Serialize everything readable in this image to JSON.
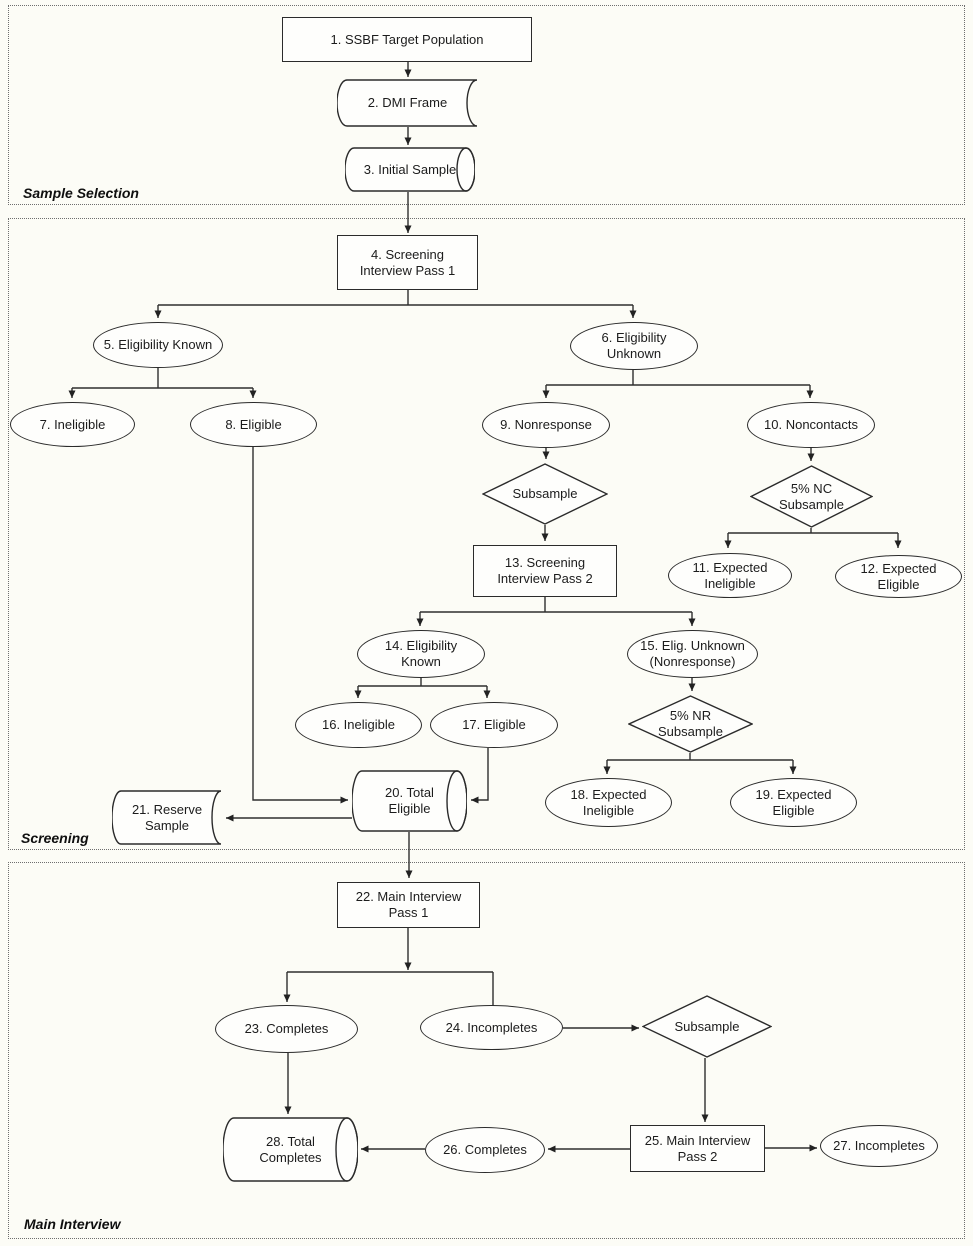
{
  "sections": {
    "sample_selection": "Sample Selection",
    "screening": "Screening",
    "main_interview": "Main Interview"
  },
  "nodes": {
    "n1": "1. SSBF Target Population",
    "n2": "2. DMI Frame",
    "n3": "3. Initial Sample",
    "n4": "4. Screening Interview Pass 1",
    "n5": "5. Eligibility Known",
    "n6": "6. Eligibility Unknown",
    "n7": "7. Ineligible",
    "n8": "8. Eligible",
    "n9": "9. Nonresponse",
    "n10": "10. Noncontacts",
    "d_subsample_screen": "Subsample",
    "d_nc_subsample": "5% NC Subsample",
    "n11": "11. Expected Ineligible",
    "n12": "12. Expected Eligible",
    "n13": "13. Screening Interview Pass 2",
    "n14": "14. Eligibility Known",
    "n15": "15. Elig. Unknown (Nonresponse)",
    "n16": "16. Ineligible",
    "n17": "17. Eligible",
    "d_nr_subsample": "5% NR Subsample",
    "n18": "18. Expected Ineligible",
    "n19": "19. Expected Eligible",
    "n20": "20. Total Eligible",
    "n21": "21. Reserve Sample",
    "n22": "22. Main Interview Pass 1",
    "n23": "23. Completes",
    "n24": "24. Incompletes",
    "d_subsample_main": "Subsample",
    "n25": "25. Main Interview Pass 2",
    "n26": "26. Completes",
    "n27": "27. Incompletes",
    "n28": "28. Total Completes"
  },
  "edges": [
    {
      "from": "n1",
      "to": "n2"
    },
    {
      "from": "n2",
      "to": "n3"
    },
    {
      "from": "n3",
      "to": "n4"
    },
    {
      "from": "n4",
      "to": "n5"
    },
    {
      "from": "n4",
      "to": "n6"
    },
    {
      "from": "n5",
      "to": "n7"
    },
    {
      "from": "n5",
      "to": "n8"
    },
    {
      "from": "n6",
      "to": "n9"
    },
    {
      "from": "n6",
      "to": "n10"
    },
    {
      "from": "n9",
      "to": "d_subsample_screen"
    },
    {
      "from": "d_subsample_screen",
      "to": "n13"
    },
    {
      "from": "n10",
      "to": "d_nc_subsample"
    },
    {
      "from": "d_nc_subsample",
      "to": "n11"
    },
    {
      "from": "d_nc_subsample",
      "to": "n12"
    },
    {
      "from": "n13",
      "to": "n14"
    },
    {
      "from": "n13",
      "to": "n15"
    },
    {
      "from": "n14",
      "to": "n16"
    },
    {
      "from": "n14",
      "to": "n17"
    },
    {
      "from": "n15",
      "to": "d_nr_subsample"
    },
    {
      "from": "d_nr_subsample",
      "to": "n18"
    },
    {
      "from": "d_nr_subsample",
      "to": "n19"
    },
    {
      "from": "n8",
      "to": "n20"
    },
    {
      "from": "n17",
      "to": "n20"
    },
    {
      "from": "n20",
      "to": "n21"
    },
    {
      "from": "n20",
      "to": "n22"
    },
    {
      "from": "n22",
      "to": "n23"
    },
    {
      "from": "n22",
      "to": "n24"
    },
    {
      "from": "n24",
      "to": "d_subsample_main"
    },
    {
      "from": "d_subsample_main",
      "to": "n25"
    },
    {
      "from": "n25",
      "to": "n26"
    },
    {
      "from": "n26",
      "to": "n28"
    },
    {
      "from": "n25",
      "to": "n27"
    },
    {
      "from": "n23",
      "to": "n28"
    }
  ],
  "colors": {
    "background": "#fcfcf6",
    "shape_fill": "#fefefc",
    "line": "#2e2e2e",
    "shape_border": "#2b2b2b",
    "section_border": "#6e6e6e",
    "text": "#1c1c1c"
  }
}
